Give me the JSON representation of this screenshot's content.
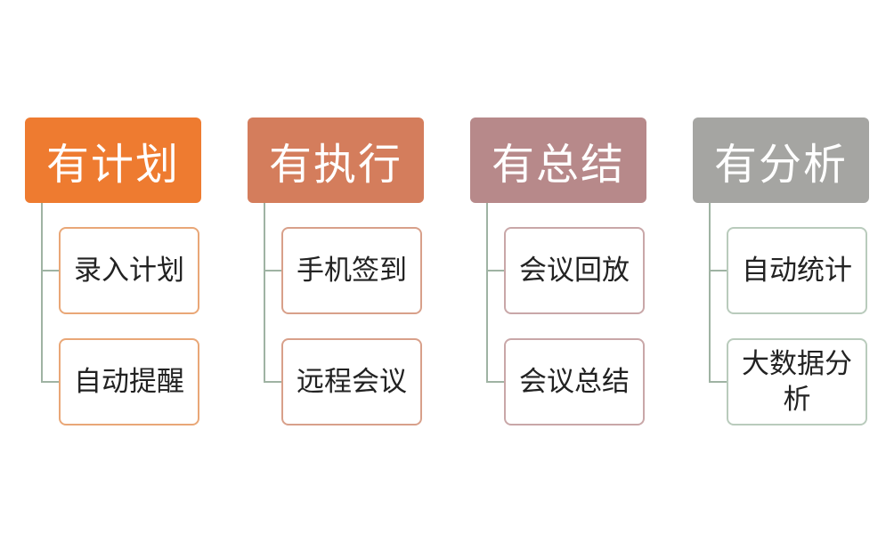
{
  "columns": [
    {
      "title": "有计划",
      "color": "#ee7b30",
      "border": "#e9a777",
      "items": [
        "录入计划",
        "自动提醒"
      ]
    },
    {
      "title": "有执行",
      "color": "#d47d5c",
      "border": "#d8a08a",
      "items": [
        "手机签到",
        "远程会议"
      ]
    },
    {
      "title": "有总结",
      "color": "#b7898a",
      "border": "#c9a7a8",
      "items": [
        "会议回放",
        "会议总结"
      ]
    },
    {
      "title": "有分析",
      "color": "#a5a5a2",
      "border": "#b9cbbc",
      "items": [
        "自动统计",
        "大数据分析"
      ]
    }
  ]
}
